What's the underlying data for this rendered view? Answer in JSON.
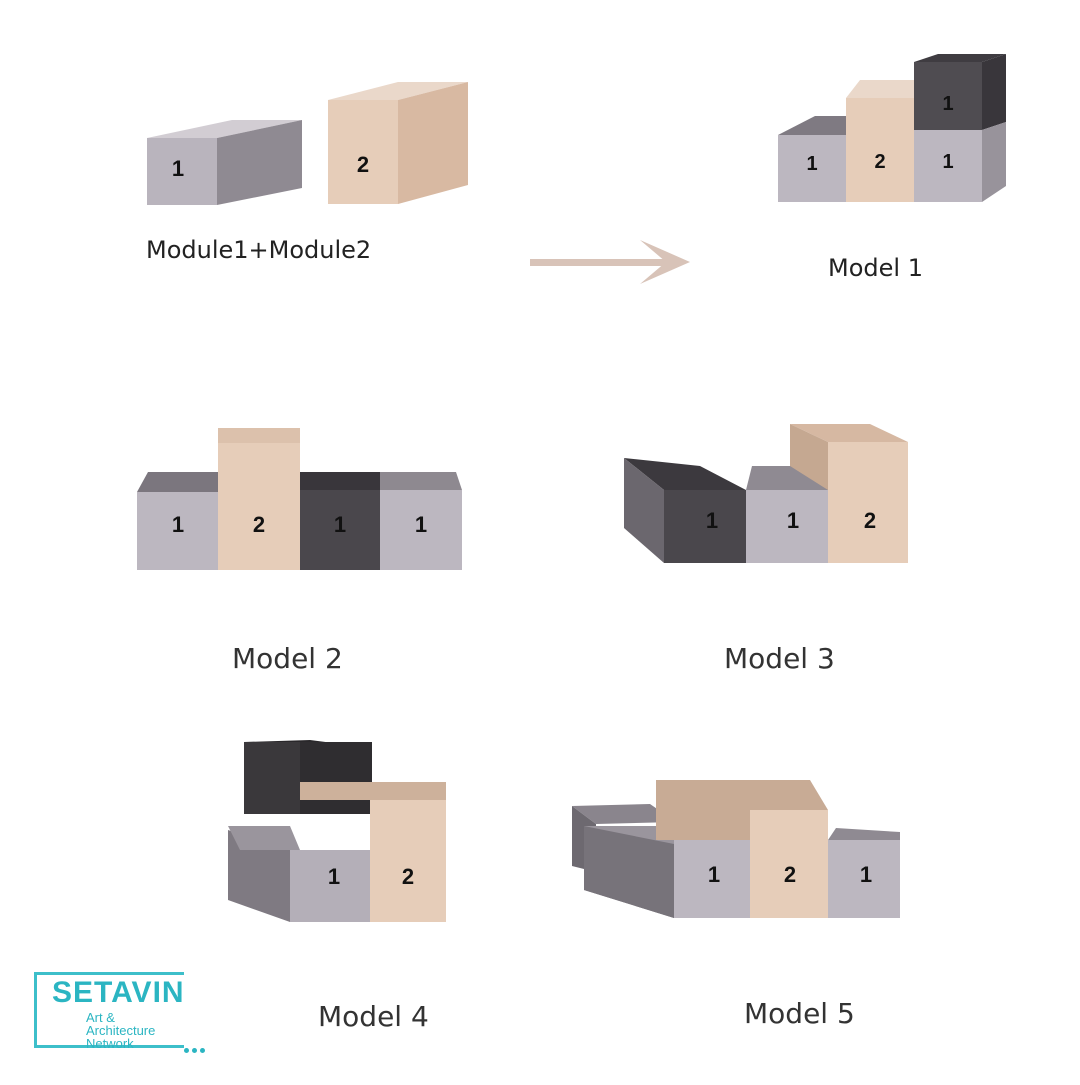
{
  "captions": {
    "modules": "Module1+Module2",
    "model1": "Model 1",
    "model2": "Model 2",
    "model3": "Model 3",
    "model4": "Model 4",
    "model5": "Model 5"
  },
  "block_labels": {
    "module1": "1",
    "module2": "2"
  },
  "colors": {
    "module1_gray": "#b7b3bc",
    "module1_dark": "#4a474c",
    "module2_beige": "#e2c7b2",
    "arrow": "#d8c3b8",
    "logo_teal": "#2bb5c2"
  },
  "logo": {
    "brand": "SETAVIN",
    "line1": "Art &",
    "line2": "Architecture",
    "line3": "Network"
  }
}
